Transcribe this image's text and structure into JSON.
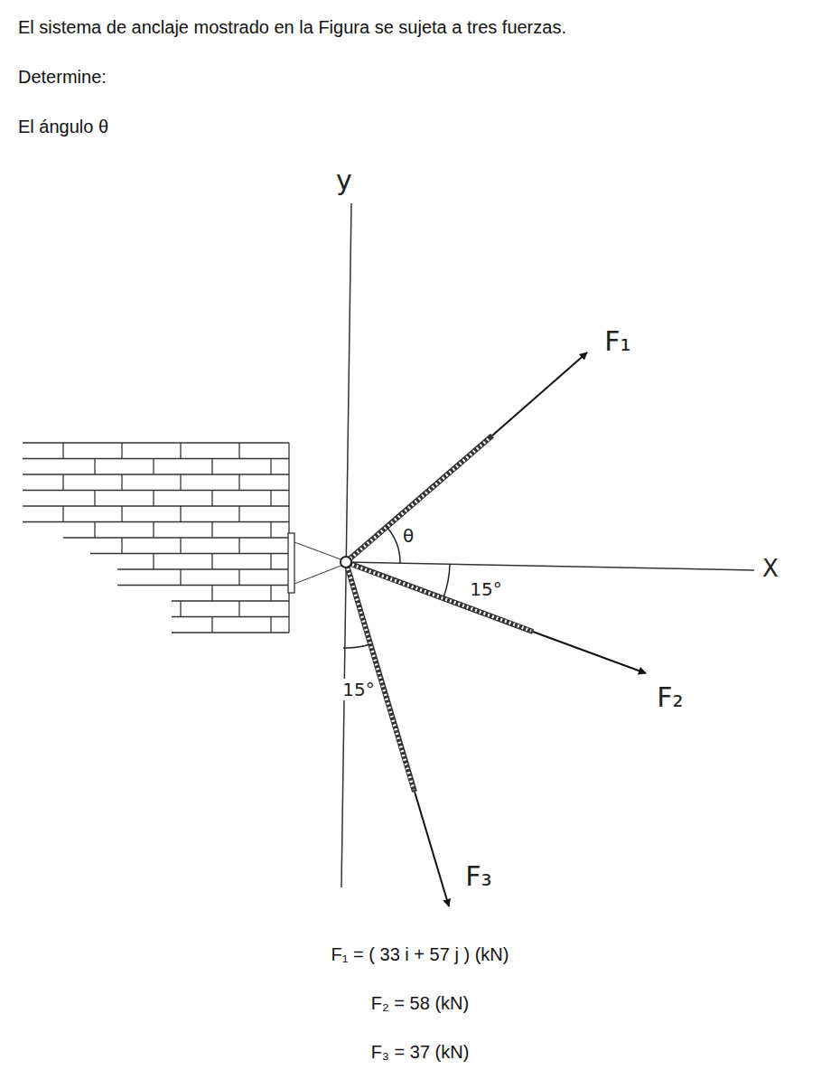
{
  "diagram": {
    "labels": [
      "El sistema de anclaje mostrado en la Figura se sujeta a tres fuerzas.",
      "Determine:",
      "El ángulo θ",
      "y",
      "X",
      "F₁",
      "F₂",
      "F₃",
      "θ",
      "15°",
      "15°",
      "F₁ = ( 33 i + 57 j ) (kN)",
      "F₂ = 58 (kN)",
      "F₃ = 37 (kN)"
    ]
  }
}
